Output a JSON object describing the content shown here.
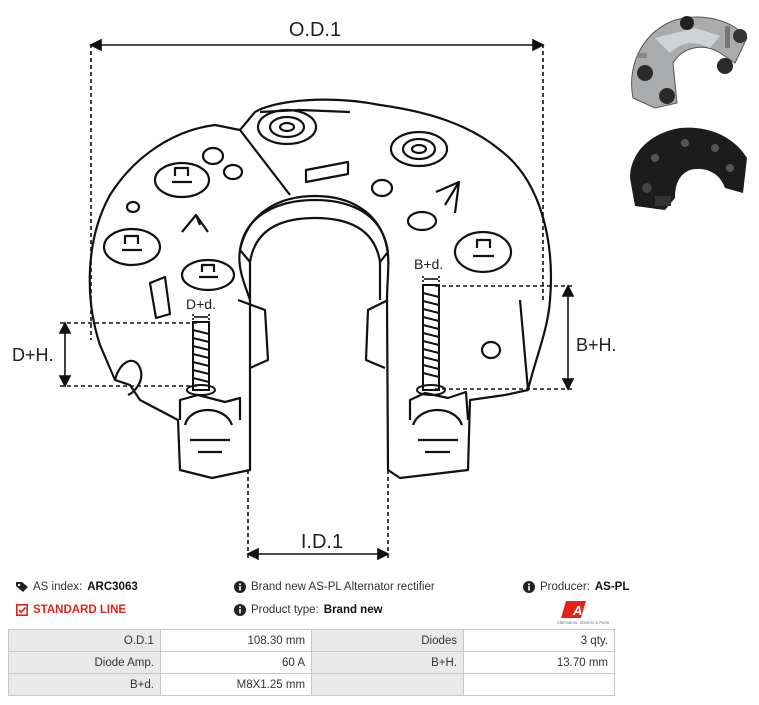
{
  "drawing": {
    "od1": "O.D.1",
    "id1": "I.D.1",
    "dh": "D+H.",
    "bh": "B+H.",
    "dd": "D+d.",
    "bd": "B+d."
  },
  "info": {
    "as_index_label": "AS index:",
    "as_index_value": "ARC3063",
    "description": "Brand new AS-PL Alternator rectifier",
    "producer_label": "Producer:",
    "producer_value": "AS-PL",
    "line": "STANDARD LINE",
    "product_type_label": "Product type:",
    "product_type_value": "Brand new",
    "logo_text": "AS",
    "logo_tagline": "Alternators, Starters & Parts"
  },
  "specs": {
    "rows": [
      [
        "O.D.1",
        "108.30 mm",
        "Diodes",
        "3 qty."
      ],
      [
        "Diode Amp.",
        "60 A",
        "B+H.",
        "13.70 mm"
      ],
      [
        "B+d.",
        "M8X1.25 mm",
        "",
        ""
      ]
    ]
  },
  "colors": {
    "accent": "#e2231a",
    "label_bg": "#e9e9e9",
    "border": "#c8c8c8"
  },
  "icons": {
    "as_index": "tag-icon",
    "description": "info-icon",
    "producer": "info-icon",
    "line": "check-square-icon",
    "product_type": "info-icon"
  }
}
